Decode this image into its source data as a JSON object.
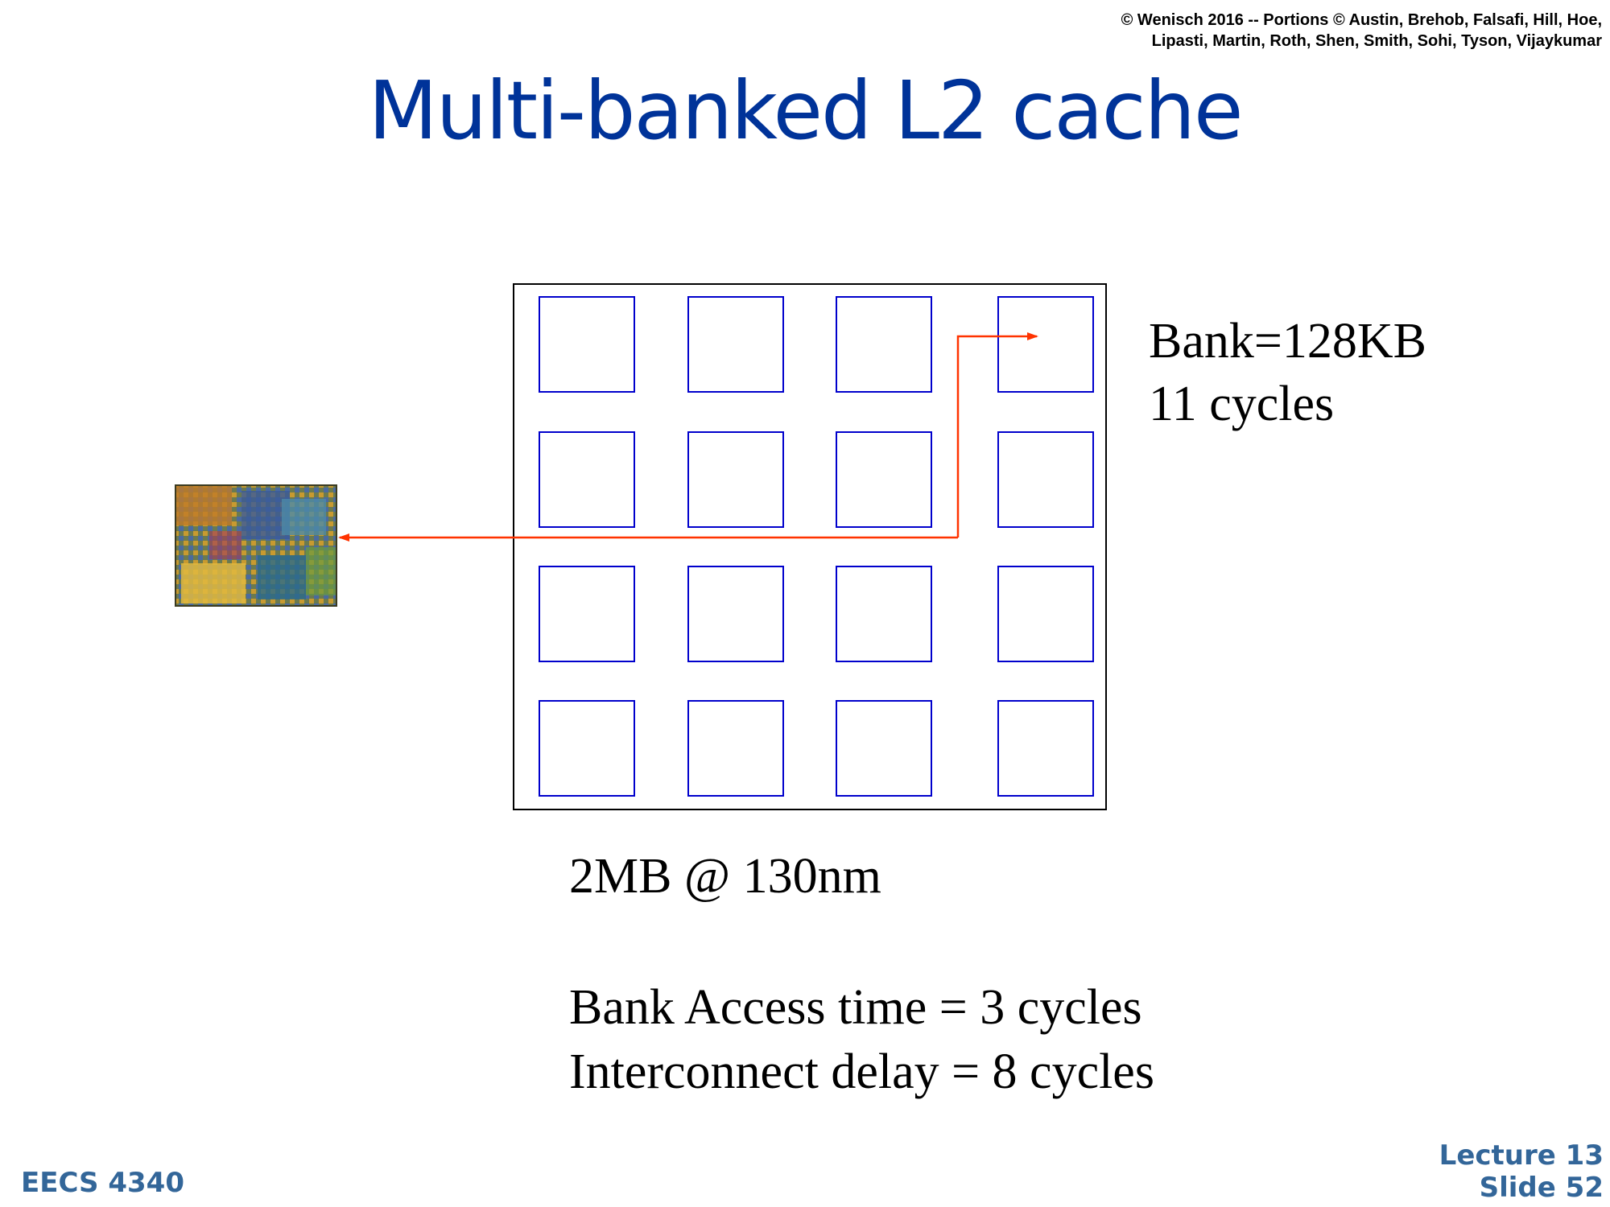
{
  "header": {
    "copyright_line1": "© Wenisch 2016 -- Portions © Austin, Brehob, Falsafi, Hill, Hoe,",
    "copyright_line2": "Lipasti, Martin, Roth, Shen, Smith, Sohi, Tyson, Vijaykumar"
  },
  "slide": {
    "title": "Multi-banked L2 cache"
  },
  "diagram": {
    "bank_grid": {
      "rows": 4,
      "cols": 4
    },
    "bank_label": "Bank=128KB",
    "bank_cycles": "11 cycles",
    "cache_info": "2MB @ 130nm",
    "bank_access_time": "Bank Access time = 3 cycles",
    "interconnect_delay": "Interconnect delay = 8 cycles",
    "colors": {
      "bank_border": "#0000cc",
      "outer_border": "#000000",
      "arrow": "#ff3300"
    }
  },
  "footer": {
    "course": "EECS 4340",
    "lecture": "Lecture 13",
    "slide": "Slide 52"
  }
}
